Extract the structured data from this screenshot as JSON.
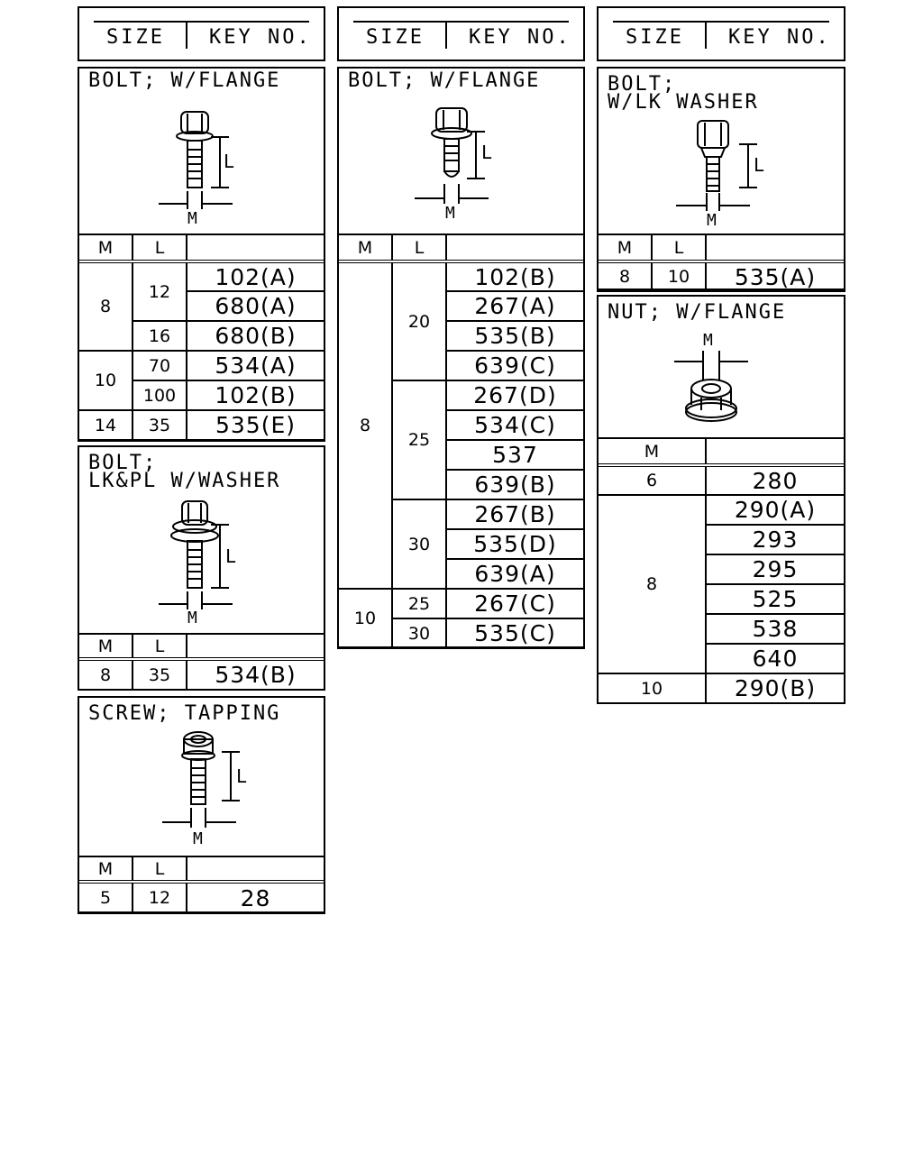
{
  "header": {
    "size_label": "SIZE",
    "key_label": "KEY NO."
  },
  "col_labels": {
    "m": "M",
    "l": "L"
  },
  "panels": {
    "bolt_flange_1": {
      "title": "BOLT; W/FLANGE",
      "rows": [
        {
          "m": "8",
          "l": "12",
          "key": "102(A)"
        },
        {
          "m": "8",
          "l": "12",
          "key": "680(A)"
        },
        {
          "m": "8",
          "l": "16",
          "key": "680(B)"
        },
        {
          "m": "10",
          "l": "70",
          "key": "534(A)"
        },
        {
          "m": "10",
          "l": "100",
          "key": "102(B)"
        },
        {
          "m": "14",
          "l": "35",
          "key": "535(E)"
        }
      ]
    },
    "bolt_lkpl": {
      "title": "BOLT;\nLK&PL W/WASHER",
      "rows": [
        {
          "m": "8",
          "l": "35",
          "key": "534(B)"
        }
      ]
    },
    "screw_tapping": {
      "title": "SCREW; TAPPING",
      "rows": [
        {
          "m": "5",
          "l": "12",
          "key": "28"
        }
      ]
    },
    "bolt_flange_2": {
      "title": "BOLT; W/FLANGE",
      "rows": [
        {
          "m": "8",
          "l": "20",
          "key": "102(B)"
        },
        {
          "m": "8",
          "l": "20",
          "key": "267(A)"
        },
        {
          "m": "8",
          "l": "20",
          "key": "535(B)"
        },
        {
          "m": "8",
          "l": "20",
          "key": "639(C)"
        },
        {
          "m": "8",
          "l": "25",
          "key": "267(D)"
        },
        {
          "m": "8",
          "l": "25",
          "key": "534(C)"
        },
        {
          "m": "8",
          "l": "25",
          "key": "537"
        },
        {
          "m": "8",
          "l": "25",
          "key": "639(B)"
        },
        {
          "m": "8",
          "l": "30",
          "key": "267(B)"
        },
        {
          "m": "8",
          "l": "30",
          "key": "535(D)"
        },
        {
          "m": "8",
          "l": "30",
          "key": "639(A)"
        },
        {
          "m": "10",
          "l": "25",
          "key": "267(C)"
        },
        {
          "m": "10",
          "l": "30",
          "key": "535(C)"
        }
      ]
    },
    "bolt_lk_washer": {
      "title": "BOLT;\nW/LK WASHER",
      "rows": [
        {
          "m": "8",
          "l": "10",
          "key": "535(A)"
        }
      ]
    },
    "nut_flange": {
      "title": "NUT; W/FLANGE",
      "rows": [
        {
          "m": "6",
          "key": "280"
        },
        {
          "m": "8",
          "key": "290(A)"
        },
        {
          "m": "8",
          "key": "293"
        },
        {
          "m": "8",
          "key": "295"
        },
        {
          "m": "8",
          "key": "525"
        },
        {
          "m": "8",
          "key": "538"
        },
        {
          "m": "8",
          "key": "640"
        },
        {
          "m": "10",
          "key": "290(B)"
        }
      ]
    }
  }
}
